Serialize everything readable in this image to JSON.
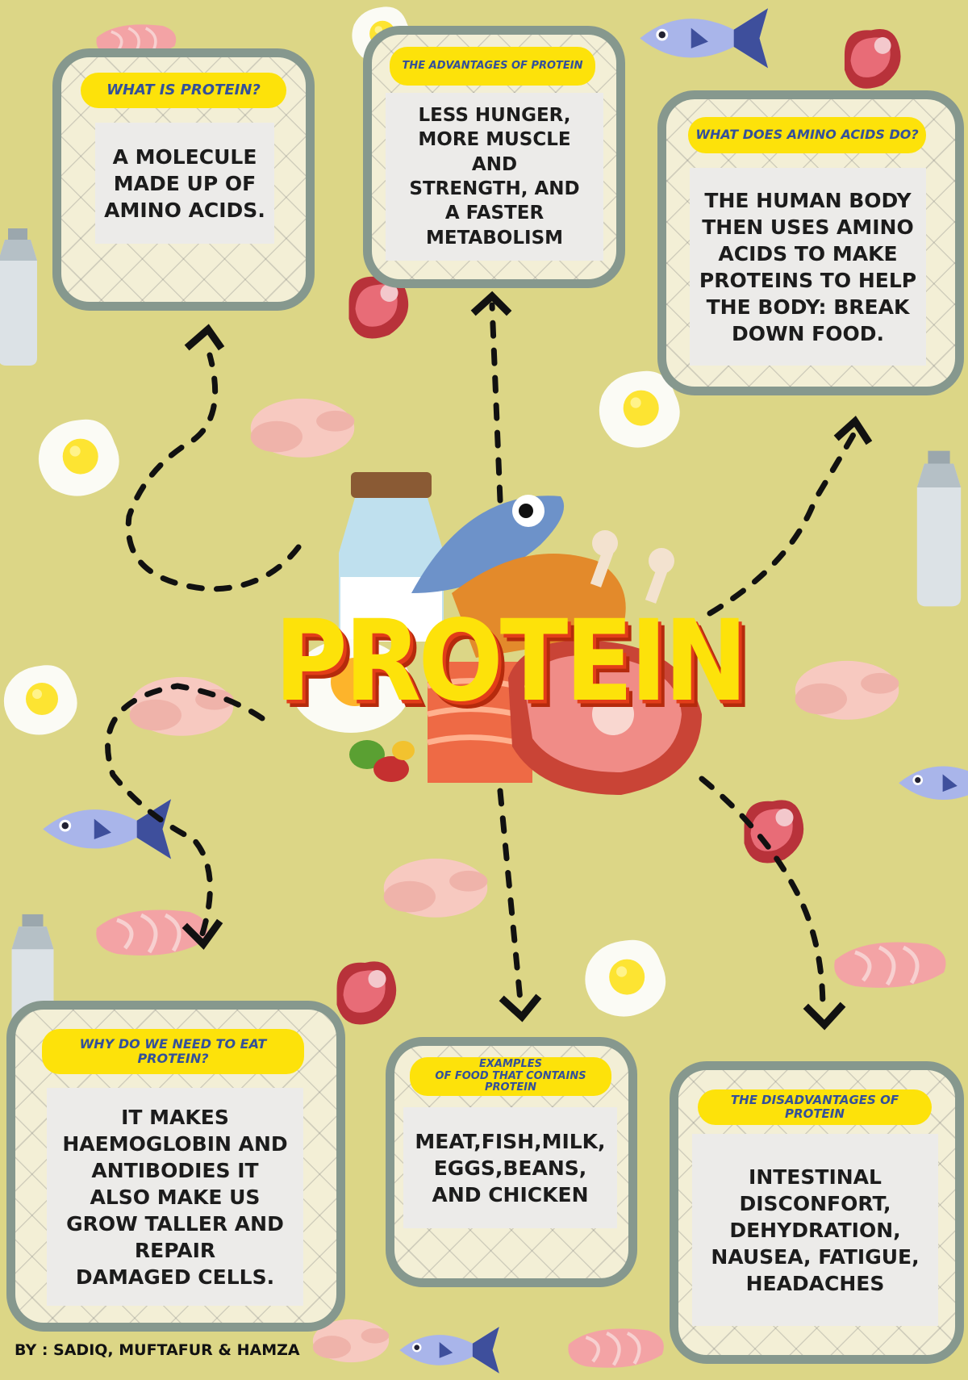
{
  "title": "PROTEIN",
  "cards": [
    {
      "label": "WHAT IS PROTEIN?",
      "body": "A MOLECULE\nMADE UP OF\nAMINO ACIDS."
    },
    {
      "label": "THE ADVANTAGES OF PROTEIN",
      "body": "LESS HUNGER,\nMORE MUSCLE AND\nSTRENGTH, AND\nA FASTER\nMETABOLISM"
    },
    {
      "label": "WHAT DOES AMINO ACIDS DO?",
      "body": "THE HUMAN BODY\nTHEN USES AMINO\nACIDS TO MAKE\nPROTEINS TO HELP\nTHE BODY: BREAK\nDOWN FOOD."
    },
    {
      "label": "WHY DO WE NEED TO EAT PROTEIN?",
      "body": "IT MAKES\nHAEMOGLOBIN AND\nANTIBODIES IT\nALSO MAKE US\nGROW TALLER AND\nREPAIR\nDAMAGED CELLS."
    },
    {
      "label": "EXAMPLES\nOF FOOD THAT CONTAINS PROTEIN",
      "body": "MEAT,FISH,MILK,\nEGGS,BEANS,\nAND CHICKEN"
    },
    {
      "label": "THE DISADVANTAGES OF PROTEIN",
      "body": "INTESTINAL\nDISCONFORT,\nDEHYDRATION,\nNAUSEA, FATIGUE,\nHEADACHES"
    }
  ],
  "credits": "BY : SADIQ, MUFTAFUR & HAMZA",
  "icons": [
    "fish-icon",
    "steak-icon",
    "raw-chicken-icon",
    "fried-egg-icon",
    "milk-bottle-icon",
    "salmon-fillet-icon",
    "central-food-group-illustration"
  ],
  "colors": {
    "background": "#dcd686",
    "card_border": "#86988e",
    "label_bg": "#fde20a",
    "label_text": "#33509a",
    "title_fill": "#fde20a",
    "title_shadow": "#e23d18"
  }
}
